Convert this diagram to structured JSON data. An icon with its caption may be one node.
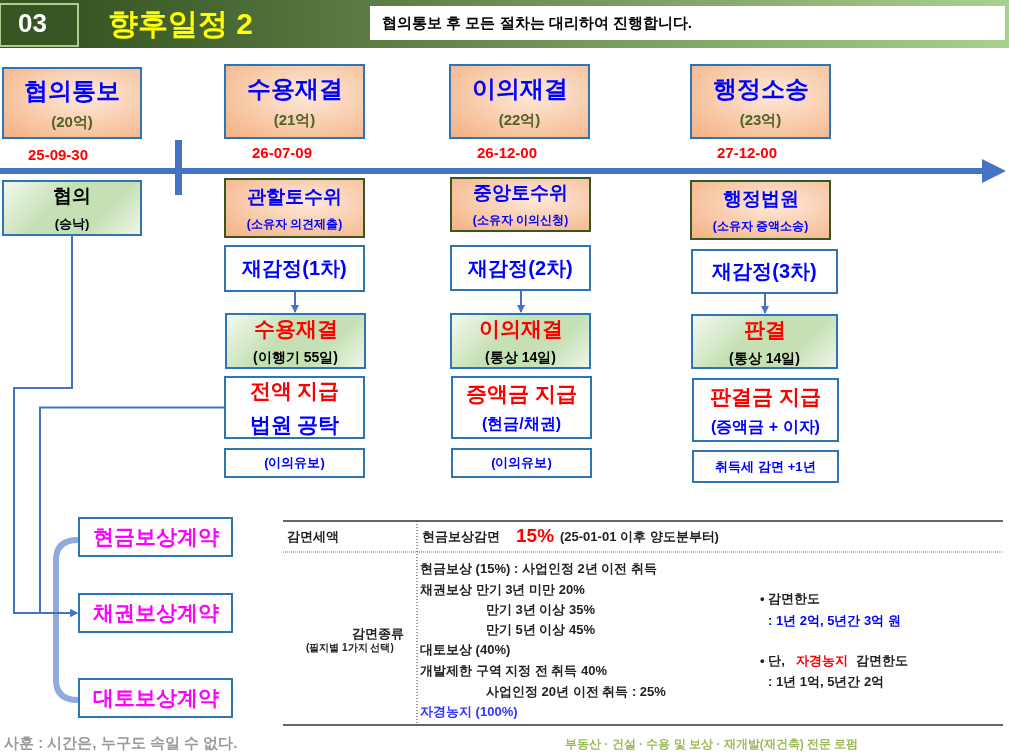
{
  "diagram": {
    "title": "향후일정 2",
    "nodes": [
      {
        "text": [
          "협의통보",
          "(20억)"
        ],
        "beside": [
          "25-09-30"
        ]
      },
      {
        "text": [
          "수용재결",
          "(21억)"
        ],
        "beside": [
          "26-07-09"
        ]
      },
      {
        "text": [
          "이의재결",
          "(22억)"
        ],
        "beside": [
          "26-12-00"
        ]
      },
      {
        "text": [
          "행정소송",
          "(23억)"
        ],
        "beside": [
          "27-12-00"
        ]
      },
      {
        "text": [
          "협의",
          "(승낙)"
        ]
      },
      {
        "text": [
          "관할토수위",
          "(소유자 의견제출)"
        ]
      },
      {
        "text": [
          "재감정(1차)"
        ]
      },
      {
        "text": [
          "수용재결",
          "(이행기 55일)"
        ]
      },
      {
        "text": [
          "전액 지급",
          "법원 공탁"
        ]
      },
      {
        "text": [
          "(이의유보)"
        ]
      },
      {
        "text": [
          "중앙토수위",
          "(소유자 이의신청)"
        ]
      },
      {
        "text": [
          "재감정(2차)"
        ]
      },
      {
        "text": [
          "이의재결",
          "(통상 14일)"
        ]
      },
      {
        "text": [
          "증액금 지급",
          "(현금/채권)"
        ]
      },
      {
        "text": [
          "(이의유보)"
        ]
      },
      {
        "text": [
          "행정법원",
          "(소유자 증액소송)"
        ]
      },
      {
        "text": [
          "재감정(3차)"
        ]
      },
      {
        "text": [
          "판결",
          "(통상 14일)"
        ]
      },
      {
        "text": [
          "판결금 지급",
          "(증액금 + 이자)"
        ]
      },
      {
        "text": [
          "취득세 감면 +1년"
        ]
      },
      {
        "text": [
          "현금보상계약"
        ]
      },
      {
        "text": [
          "채권보상계약"
        ]
      },
      {
        "text": [
          "대토보상계약"
        ]
      }
    ],
    "edges": [
      {
        "from": 6,
        "to": 7,
        "arrow": "to"
      },
      {
        "from": 11,
        "to": 12,
        "arrow": "to"
      },
      {
        "from": 16,
        "to": 17,
        "arrow": "to"
      },
      {
        "from": 4,
        "to": 21,
        "arrow": "to"
      },
      {
        "from": 8,
        "to": 21,
        "arrow": "to"
      }
    ],
    "labels": [
      "03",
      "협의통보 후 모든 절차는 대리하여 진행합니다.",
      "감면세액",
      "현금보상감면",
      "15%",
      "(25-01-01 이후 양도분부터)",
      "감면종류",
      "(필지별 1가지 선택)",
      "현금보상 (15%) : 사업인정 2년 이전 취득",
      "채권보상 만기 3년 미만 20%",
      "만기 3년 이상 35%",
      "만기 5년 이상 45%",
      "대토보상 (40%)",
      "개발제한 구역 지정 전 취득 40%",
      "사업인정 20년 이전 취득 : 25%",
      "자경농지 (100%)",
      "• 감면한도",
      ": 1년 2억, 5년간 3억 원",
      "• 단,",
      "자경농지",
      "감면한도",
      ": 1년 1억, 5년간 2억",
      "사훈 : 시간은, 누구도 속일 수 없다.",
      "부동산 · 건설 · 수용 및 보상 · 재개발(재건축) 전문 로펌"
    ]
  }
}
